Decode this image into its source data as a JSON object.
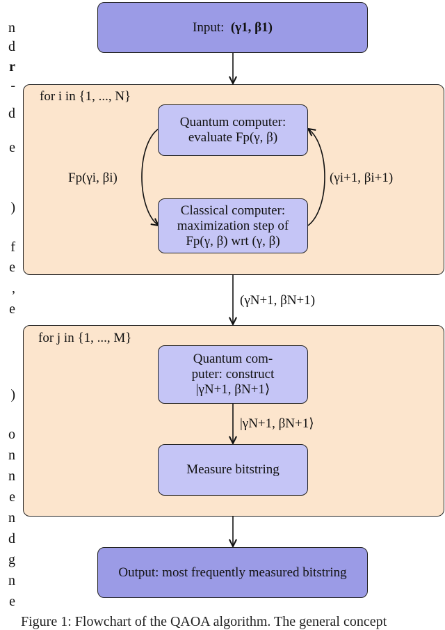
{
  "input": {
    "label": "Input:",
    "math": "(γ1, β1)"
  },
  "loop_i": {
    "header": "for i in {1, ..., N}",
    "quantum_box": [
      "Quantum computer:",
      "evaluate Fp(γ, β)"
    ],
    "classical_box": [
      "Classical computer:",
      "maximization step of",
      "Fp(γ, β) wrt (γ, β)"
    ],
    "left_label": "Fp(γi, βi)",
    "right_label": "(γi+1, βi+1)"
  },
  "between_label": "(γN+1, βN+1)",
  "loop_j": {
    "header": "for j in {1, ..., M}",
    "quantum_box": [
      "Quantum com-",
      "puter: construct",
      "|γN+1, βN+1⟩"
    ],
    "arrow_label": "|γN+1, βN+1⟩",
    "measure_box": "Measure bitstring"
  },
  "output": "Output: most frequently measured bitstring",
  "margin_text": [
    "n",
    "d",
    "r",
    "-",
    "d",
    "e",
    ")",
    "f",
    "e",
    ",",
    "e",
    ")",
    "o",
    "n",
    "n",
    "e",
    "n",
    "d",
    "g",
    "n",
    "e"
  ],
  "caption": "Figure 1: Flowchart of the QAOA algorithm. The general concept"
}
